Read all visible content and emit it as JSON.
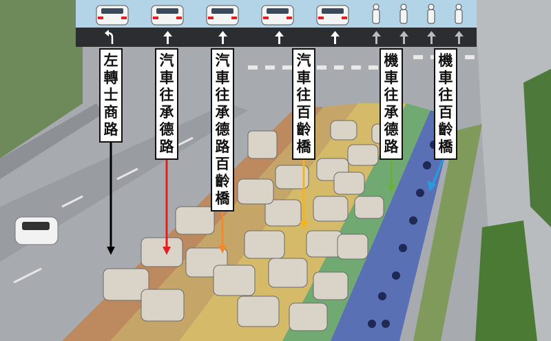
{
  "lanes": [
    {
      "label": "左轉士商路",
      "color": "#000000",
      "tint": ""
    },
    {
      "label": "汽車往承德路",
      "color": "#e41e1e",
      "tint": "#d0701f"
    },
    {
      "label": "汽車往承德路百齡橋",
      "color": "#f08a2a",
      "tint": "#e0a030"
    },
    {
      "label": "汽車往百齡橋",
      "color": "#f4b41a",
      "tint": "#f2c43a"
    },
    {
      "label": "機車往承德路",
      "color": "#6ab03a",
      "tint": "#4ca84a"
    },
    {
      "label": "機車往百齡橋",
      "color": "#2a9ae0",
      "tint": "#3050b8"
    }
  ],
  "banner": {
    "top_icons": [
      "car-icon",
      "car-icon",
      "car-icon",
      "car-icon",
      "car-icon",
      "scooter-icon",
      "scooter-icon",
      "scooter-icon",
      "scooter-icon"
    ],
    "arrows": [
      "turn-left-arrow-icon",
      "straight-arrow-icon",
      "straight-arrow-icon",
      "straight-arrow-icon",
      "straight-arrow-icon",
      "straight-arrow-icon",
      "straight-arrow-icon",
      "straight-arrow-icon",
      "straight-arrow-icon"
    ]
  }
}
